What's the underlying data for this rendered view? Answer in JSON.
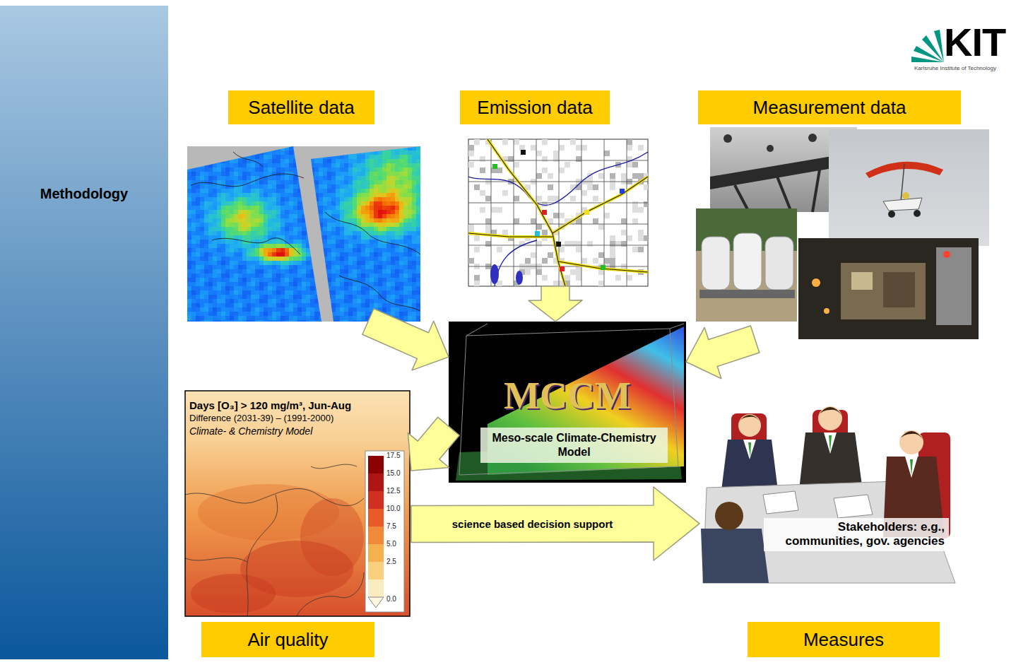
{
  "diagram": {
    "nodes": [
      {
        "text": [
          "Satellite data"
        ]
      },
      {
        "text": [
          "Emission data"
        ]
      },
      {
        "text": [
          "Measurement data"
        ]
      },
      {
        "text": [
          "MCCM",
          "Meso-scale Climate-Chemistry Model"
        ]
      },
      {
        "text": [
          "Days [O₃] > 120 mg/m³, Jun-Aug",
          "Difference (2031-39) – (1991-2000)",
          "Climate- & Chemistry Model",
          "Air quality"
        ]
      },
      {
        "text": [
          "Stakeholders: e.g., communities, gov. agencies",
          "Measures"
        ]
      }
    ],
    "edges": [
      {
        "from": 0,
        "to": 3,
        "arrow": "to"
      },
      {
        "from": 1,
        "to": 3,
        "arrow": "to"
      },
      {
        "from": 2,
        "to": 3,
        "arrow": "to"
      },
      {
        "from": 3,
        "to": 4,
        "arrow": "to"
      },
      {
        "from": 4,
        "to": 5,
        "label": "science based decision support",
        "arrow": "to"
      }
    ],
    "labels": [
      "Methodology",
      "KIT",
      "Karlsruhe Institute of Technology",
      "17.5",
      "15.0",
      "12.5",
      "10.0",
      "7.5",
      "5.0",
      "2.5",
      "0.0"
    ]
  }
}
